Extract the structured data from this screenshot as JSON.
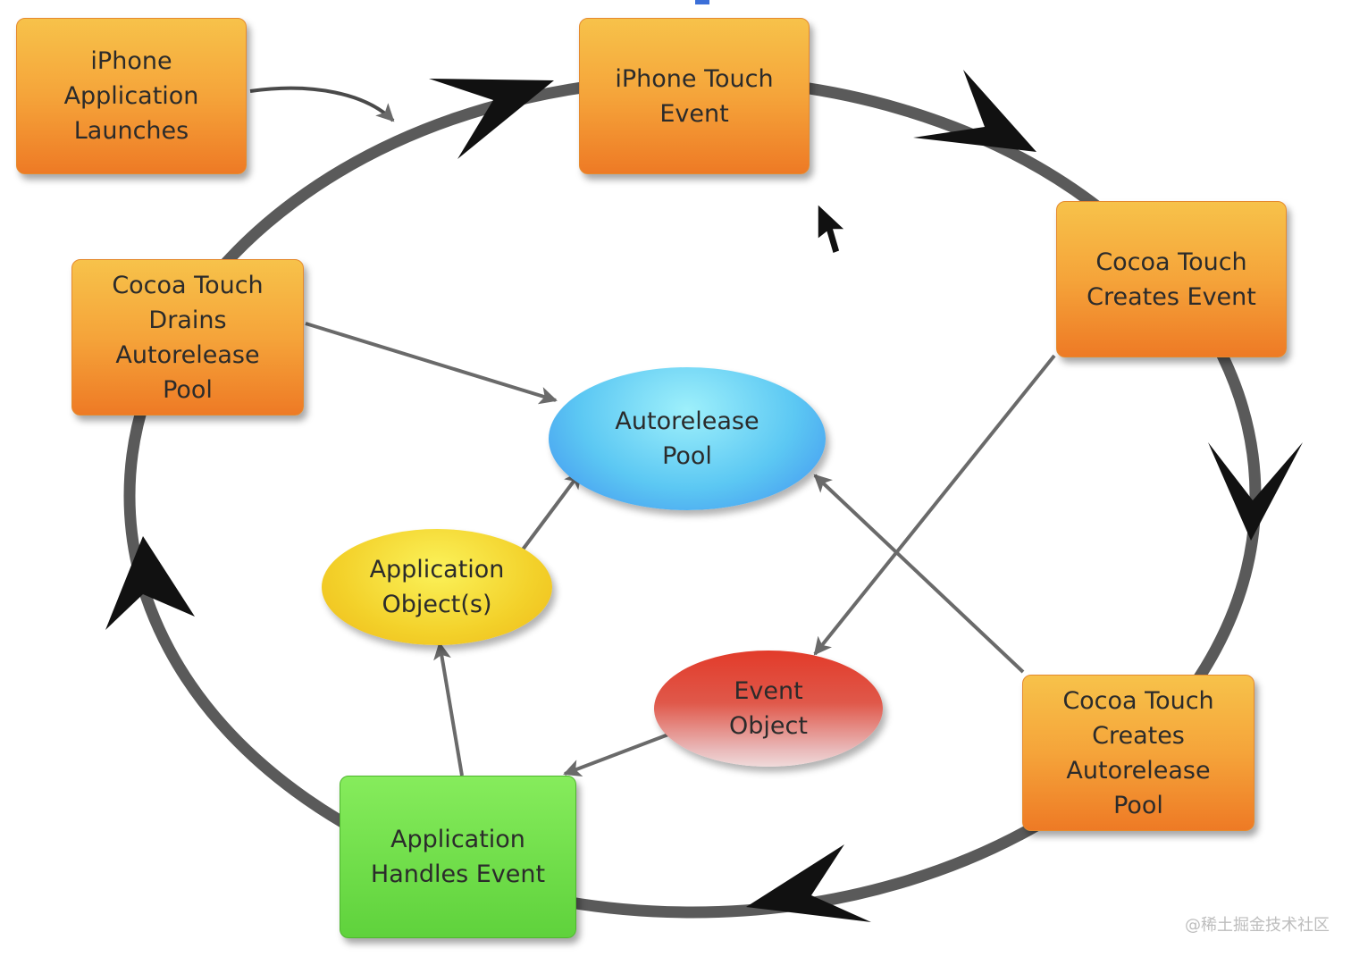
{
  "boxes": {
    "launch": "iPhone\nApplication\nLaunches",
    "touch": "iPhone Touch\nEvent",
    "creates_event": "Cocoa Touch\nCreates Event",
    "creates_pool": "Cocoa Touch\nCreates\nAutorelease\nPool",
    "handles": "Application\nHandles Event",
    "drains": "Cocoa Touch\nDrains\nAutorelease\nPool"
  },
  "ovals": {
    "pool": "Autorelease\nPool",
    "app_objects": "Application\nObject(s)",
    "event_object": "Event\nObject"
  },
  "watermark": "@稀土掘金技术社区",
  "colors": {
    "cycle_ring": "#5a5a5a",
    "arrowhead": "#111111",
    "connector": "#6a6a6a",
    "orange_box": "#f5a43a",
    "green_box": "#5fd23c",
    "blue_oval": "#5cc8f3",
    "yellow_oval": "#f3d12a",
    "red_oval": "#e23b2a"
  },
  "icons": [
    "mouse-cursor-icon"
  ]
}
